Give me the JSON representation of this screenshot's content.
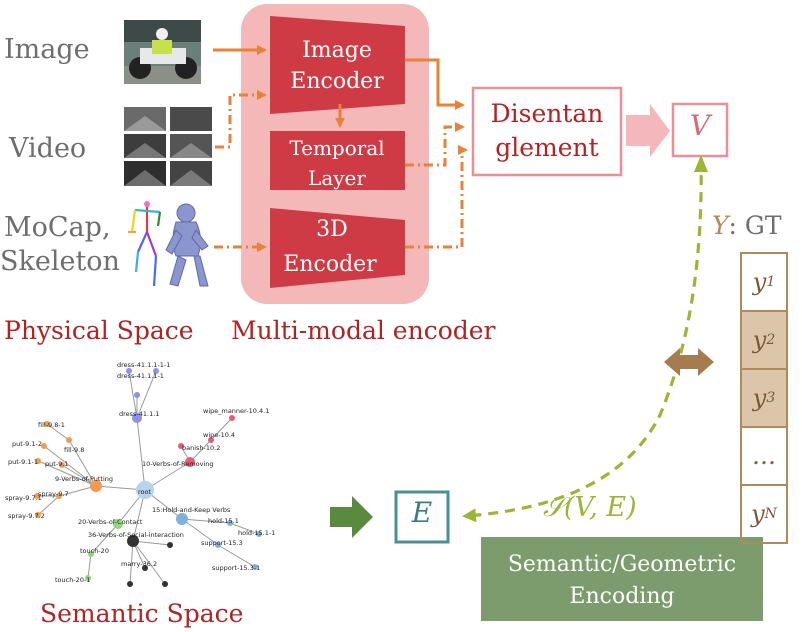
{
  "inputs": {
    "image": "Image",
    "video": "Video",
    "mocap_line1": "MoCap,",
    "mocap_line2": "Skeleton"
  },
  "physical_space": "Physical Space",
  "multimodal_encoder": "Multi-modal encoder",
  "encoders": {
    "image_l1": "Image",
    "image_l2": "Encoder",
    "temporal_l1": "Temporal",
    "temporal_l2": "Layer",
    "enc3d_l1": "3D",
    "enc3d_l2": "Encoder"
  },
  "disentangle_l1": "Disentan",
  "disentangle_l2": "glement",
  "v_symbol": "V",
  "gt": {
    "label_y": "Y",
    "label_rest": ": GT",
    "cells": [
      {
        "base": "y",
        "sub": "1",
        "shaded": false
      },
      {
        "base": "y",
        "sub": "2",
        "shaded": true
      },
      {
        "base": "y",
        "sub": "3",
        "shaded": true
      },
      {
        "base": "…",
        "sub": "",
        "shaded": false
      },
      {
        "base": "y",
        "sub": "N",
        "shaded": false
      }
    ]
  },
  "e_symbol": "E",
  "similarity": "𝒮(V, E)",
  "semgeo_l1": "Semantic/Geometric",
  "semgeo_l2": "Encoding",
  "semantic_space": "Semantic Space",
  "graph": {
    "root": "root",
    "nodes": [
      "dress-41.1.1-1-1",
      "dress-41.1.1-1",
      "dress-41.1.1",
      "wipe_manner-10.4.1",
      "wipe-10.4",
      "banish-10.2",
      "10-Verbs-of-Removing",
      "fill-9.8-1",
      "fill-9.8",
      "put-9.1-2",
      "put-9.1-1",
      "put-9.1",
      "9-Verbs-of-Putting",
      "spray-9.7.1",
      "spray-9.7",
      "spray-9.7.2",
      "15:Hold-and-Keep Verbs",
      "hold-15.1",
      "hold-15.1-1",
      "20-Verbs-of-Contact",
      "36-Verbs-of-Social-interaction",
      "support-15.3",
      "support-15.3-1",
      "marry-36.2",
      "touch-20",
      "touch-20-1"
    ]
  },
  "colors": {
    "encoder_bg": "#f4b8b8",
    "encoder_fill": "#cf3b45",
    "arrow_orange": "#e8823a",
    "pink_border": "#ec8f96",
    "teal_border": "#4a8f93",
    "green_box": "#7c9c6e",
    "green_dash": "#9bb536",
    "gt_border": "#b08a5a"
  },
  "icons": [
    "motorcycle-photo",
    "video-frames",
    "skeleton-figure",
    "mesh-figure"
  ]
}
